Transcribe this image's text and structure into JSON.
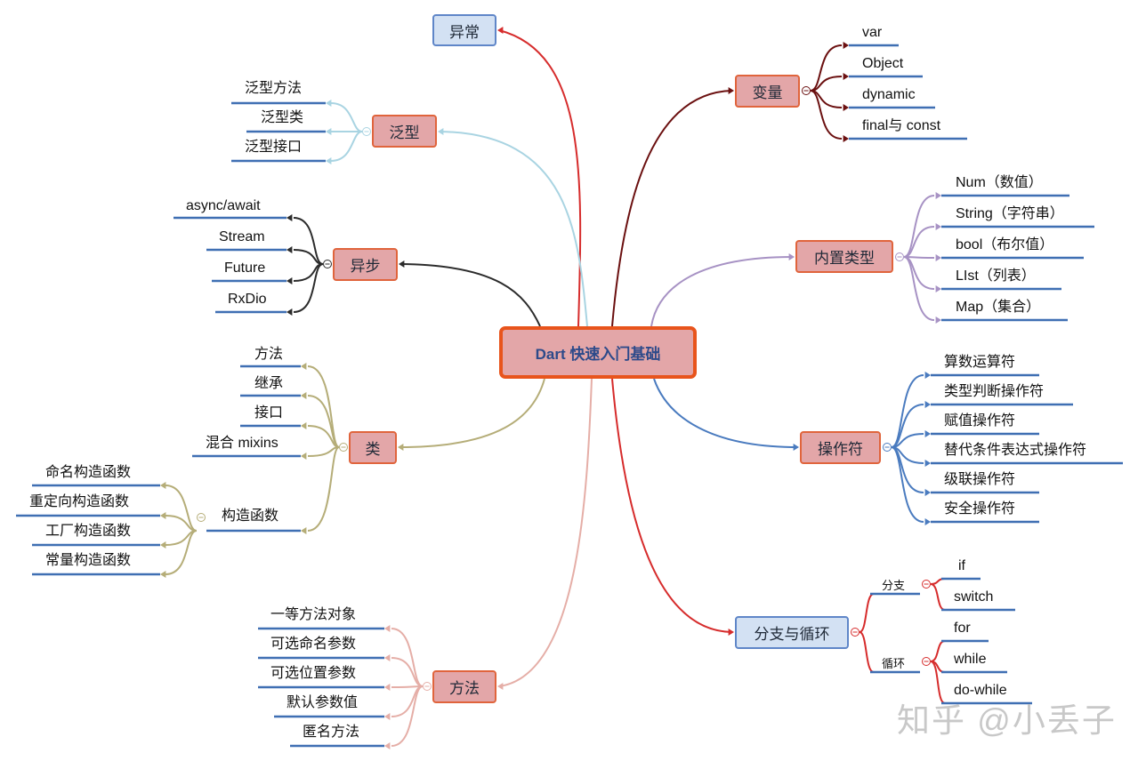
{
  "root": "Dart 快速入门基础",
  "watermark": "知乎 @小丢子",
  "colors": {
    "exceptions": "#d62c2c",
    "variables": "#6b1010",
    "generics": "#a9d4e2",
    "async": "#2b2b2b",
    "builtin": "#a792c4",
    "classes": "#b5ad78",
    "operators": "#4a7bbf",
    "flow": "#d62c2c",
    "methods": "#e5aea7"
  },
  "branches": {
    "exceptions": {
      "label": "异常"
    },
    "generics": {
      "label": "泛型",
      "children": [
        "泛型方法",
        "泛型类",
        "泛型接口"
      ]
    },
    "async": {
      "label": "异步",
      "children": [
        "async/await",
        "Stream",
        "Future",
        "RxDio"
      ]
    },
    "classes": {
      "label": "类",
      "children": [
        "方法",
        "继承",
        "接口",
        "混合 mixins",
        "构造函数"
      ],
      "constructors": [
        "命名构造函数",
        "重定向构造函数",
        "工厂构造函数",
        "常量构造函数"
      ]
    },
    "methods": {
      "label": "方法",
      "children": [
        "一等方法对象",
        "可选命名参数",
        "可选位置参数",
        "默认参数值",
        "匿名方法"
      ]
    },
    "variables": {
      "label": "变量",
      "children": [
        "var",
        "Object",
        "dynamic",
        "final与 const"
      ]
    },
    "builtin": {
      "label": "内置类型",
      "children": [
        "Num（数值）",
        "String（字符串）",
        "bool（布尔值）",
        "LIst（列表）",
        "Map（集合）"
      ]
    },
    "operators": {
      "label": "操作符",
      "children": [
        "算数运算符",
        "类型判断操作符",
        "赋值操作符",
        "替代条件表达式操作符",
        "级联操作符",
        "安全操作符"
      ]
    },
    "flow": {
      "label": "分支与循环",
      "branch_label": "分支",
      "loop_label": "循环",
      "branch_items": [
        "if",
        "switch"
      ],
      "loop_items": [
        "for",
        "while",
        "do-while"
      ]
    }
  }
}
